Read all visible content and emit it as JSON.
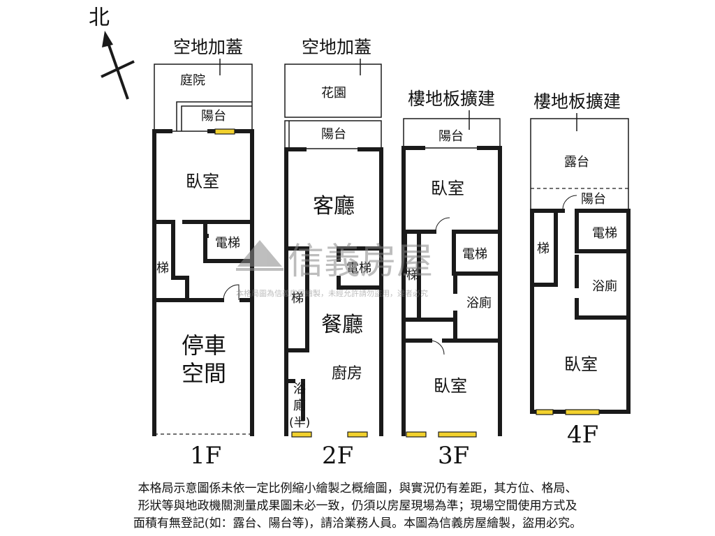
{
  "compass": {
    "north_label": "北"
  },
  "annotations": {
    "f1_top": "空地加蓋",
    "f2_top": "空地加蓋",
    "f3_top": "樓地板擴建",
    "f4_top": "樓地板擴建"
  },
  "floors": {
    "f1": {
      "label": "1F",
      "rooms": {
        "courtyard": "庭院",
        "balcony": "陽台",
        "bedroom": "臥室",
        "elevator": "電梯",
        "stairs": "梯",
        "parking_1": "停車",
        "parking_2": "空間"
      }
    },
    "f2": {
      "label": "2F",
      "rooms": {
        "garden": "花園",
        "balcony": "陽台",
        "living": "客廳",
        "elevator": "電梯",
        "stairs": "梯",
        "dining": "餐廳",
        "kitchen": "廚房",
        "bath_1": "浴",
        "bath_2": "廁",
        "bath_3": "(半)"
      }
    },
    "f3": {
      "label": "3F",
      "rooms": {
        "balcony": "陽台",
        "bedroom_a": "臥室",
        "elevator": "電梯",
        "stairs": "梯",
        "bath": "浴廁",
        "bedroom_b": "臥室"
      }
    },
    "f4": {
      "label": "4F",
      "rooms": {
        "terrace": "露台",
        "balcony": "陽台",
        "stairs": "梯",
        "elevator": "電梯",
        "bath": "浴廁",
        "bedroom": "臥室"
      }
    }
  },
  "watermark": {
    "brand": "信義房屋",
    "notice": "本格局圖為信義房屋繪製，未經允許請勿盜用，違者必究"
  },
  "disclaimer": {
    "line1": "本格局示意圖係未依一定比例縮小繪製之概繪圖，與實況仍有差距，其方位、格局、",
    "line2": "形狀等與地政機關測量成果圖未必一致，仍須以房屋現場為準；現場空間使用方式及",
    "line3": "面積有無登記(如：露台、陽台等)，請洽業務人員。本圖為信義房屋繪製，盜用必究。"
  },
  "colors": {
    "window": "#f2d12e",
    "wall": "#1a1a1a",
    "watermark": "#9a9a9a"
  }
}
